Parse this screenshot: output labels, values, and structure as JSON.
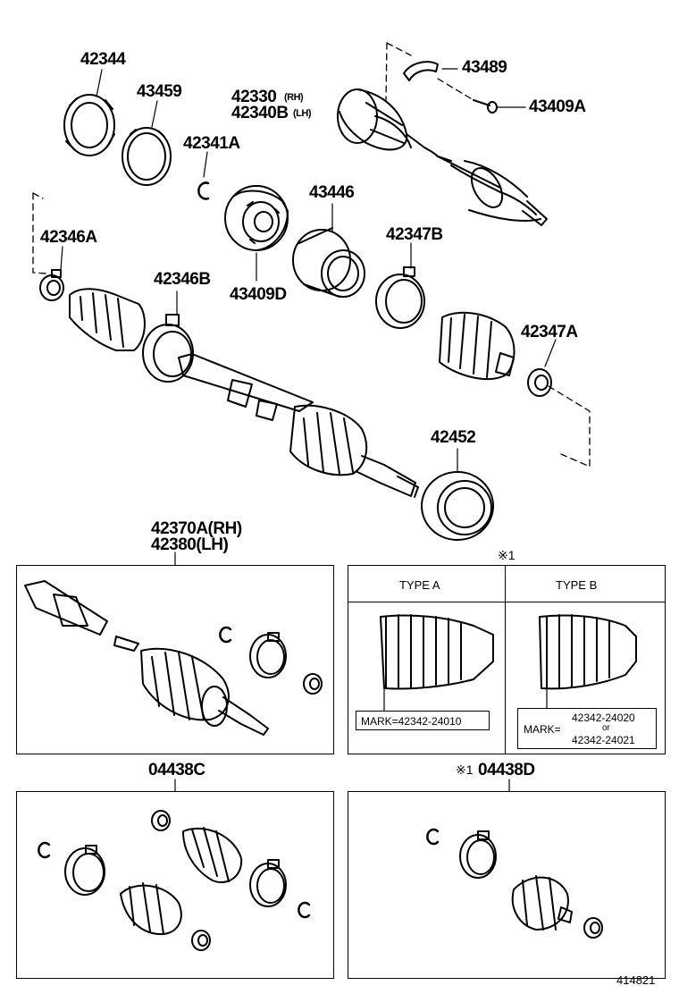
{
  "main_labels": {
    "p42344": "42344",
    "p43459": "43459",
    "p42330": "42330",
    "p42330_side": "(RH)",
    "p42340": "42340B",
    "p42340_side": "(LH)",
    "p43489": "43489",
    "p43409A": "43409A",
    "p42341A": "42341A",
    "p43446": "43446",
    "p42346A": "42346A",
    "p42347B": "42347B",
    "p42346B": "42346B",
    "p43409D": "43409D",
    "p42347A": "42347A",
    "p42452": "42452",
    "p42370A": "42370A(RH)",
    "p42380": "42380(LH)"
  },
  "note_marker": "※1",
  "types_panel": {
    "type_a": "TYPE A",
    "type_b": "TYPE B",
    "mark_a": "MARK=42342-24010",
    "mark_b_prefix": "MARK=",
    "mark_b_1": "42342-24020",
    "mark_b_or": "or",
    "mark_b_2": "42342-24021"
  },
  "kit_labels": {
    "kit_c": "04438C",
    "kit_d_marker": "※1",
    "kit_d": "04438D"
  },
  "figure_number": "414821"
}
